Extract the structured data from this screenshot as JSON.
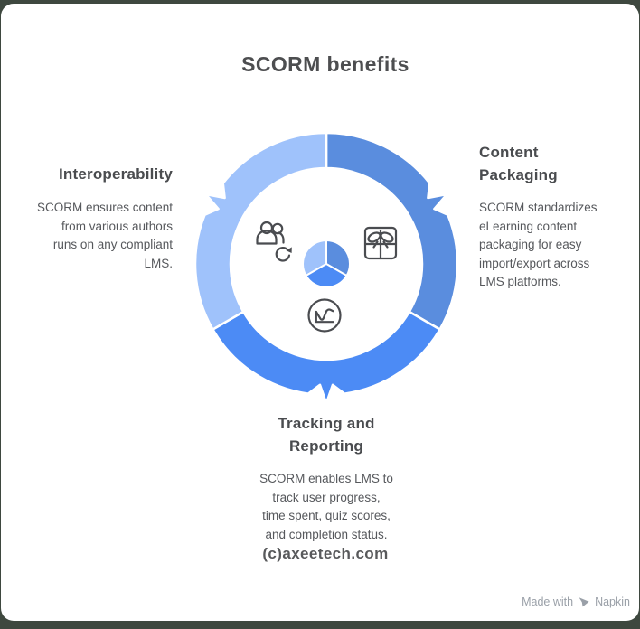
{
  "title": "SCORM benefits",
  "sections": {
    "interoperability": {
      "heading": "Interoperability",
      "body": "SCORM ensures content\nfrom various authors\nruns on any compliant\nLMS."
    },
    "content_packaging": {
      "heading": "Content\nPackaging",
      "body": "SCORM standardizes\neLearning content\npackaging for easy\nimport/export across\nLMS platforms."
    },
    "tracking_reporting": {
      "heading": "Tracking and\nReporting",
      "body": "SCORM enables LMS to\ntrack user progress,\ntime spent, quiz scores,\nand completion status."
    }
  },
  "diagram": {
    "type": "cycle",
    "segments": [
      {
        "id": "interoperability",
        "label": "Interoperability",
        "color": "#9FC2FB",
        "icon": "people-sync-icon"
      },
      {
        "id": "content-packaging",
        "label": "Content Packaging",
        "color": "#5A8DDE",
        "icon": "gift-icon"
      },
      {
        "id": "tracking-reporting",
        "label": "Tracking and Reporting",
        "color": "#4C8BF5",
        "icon": "line-chart-icon"
      }
    ],
    "icon_color": "#4A4C50",
    "separator_color": "#FFFFFF"
  },
  "footer": {
    "copyright": "(c)axeetech.com",
    "badge": {
      "made_with": "Made with",
      "brand": "Napkin"
    }
  },
  "colors": {
    "background": "#3E483F",
    "card": "#FFFFFF",
    "title": "#4D4E50",
    "heading": "#4A4C4F",
    "body": "#56585C",
    "badge_text": "#9AA0A8"
  }
}
